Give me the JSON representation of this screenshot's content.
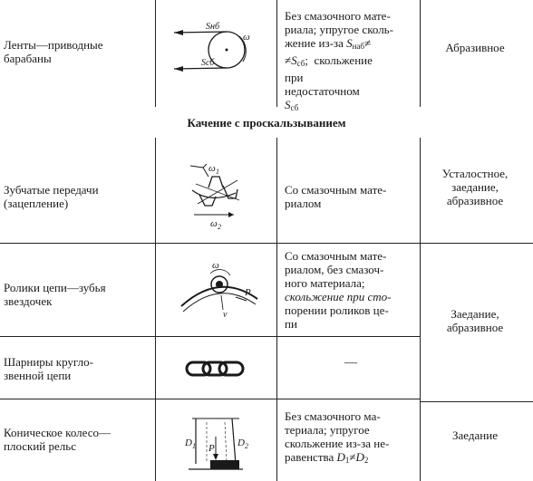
{
  "section_heading": "Качение с проскальзыванием",
  "rows": [
    {
      "name": [
        "Ленты—приводные",
        "барабаны"
      ],
      "desc": [
        "Без смазочного мате-",
        "риала; упругое сколь-",
        "жение из-за",
        "скольжение",
        "при",
        "недостаточном"
      ],
      "wear": [
        "Абразивное"
      ],
      "diagram_labels": {
        "s_nab": "Sнб",
        "s_sb": "Sсб",
        "omega": "ω"
      }
    },
    {
      "name": [
        "Зубчатые    передачи",
        "(зацепление)"
      ],
      "desc": [
        "Со смазочным мате-",
        "риалом"
      ],
      "wear": [
        "Усталостное,",
        "заедание,",
        "абразивное"
      ],
      "diagram_labels": {
        "omega1": "ω",
        "omega2": "ω",
        "sub1": "1",
        "sub2": "2"
      }
    },
    {
      "name": [
        "Ролики цепи—зубья",
        "звездочек"
      ],
      "desc": [
        "Со смазочным мате-",
        "риалом, без смазоч-",
        "ного материала;",
        "скольжение при сто-",
        "порении роликов це-",
        "пи"
      ],
      "diagram_labels": {
        "omega": "ω",
        "p": "P",
        "v": "v"
      }
    },
    {
      "name": [
        "Шарниры       кругло-",
        "звенной цепи"
      ],
      "desc_dash": "—"
    },
    {
      "name": [
        "Коническое колесо—",
        "плоский рельс"
      ],
      "desc": [
        "Без смазочного ма-",
        "териала;  упругое",
        "скольжение из-за не-",
        "равенства"
      ],
      "wear": [
        "Заедание"
      ],
      "diagram_labels": {
        "d1": "D",
        "d2": "D",
        "p": "P",
        "sub1": "1",
        "sub2": "2"
      }
    }
  ],
  "shared_wear": [
    "Заедание,",
    "абразивное"
  ],
  "formula": {
    "s_nab": "S",
    "s_nab_sub": "наб",
    "neq": "≠",
    "s_sb": "S",
    "s_sb_sub": "сб",
    "semicolon": ";",
    "s_sb2": "S",
    "s_sb2_sub": "сб",
    "d1": "D",
    "d1_sub": "1",
    "d2": "D",
    "d2_sub": "2"
  }
}
